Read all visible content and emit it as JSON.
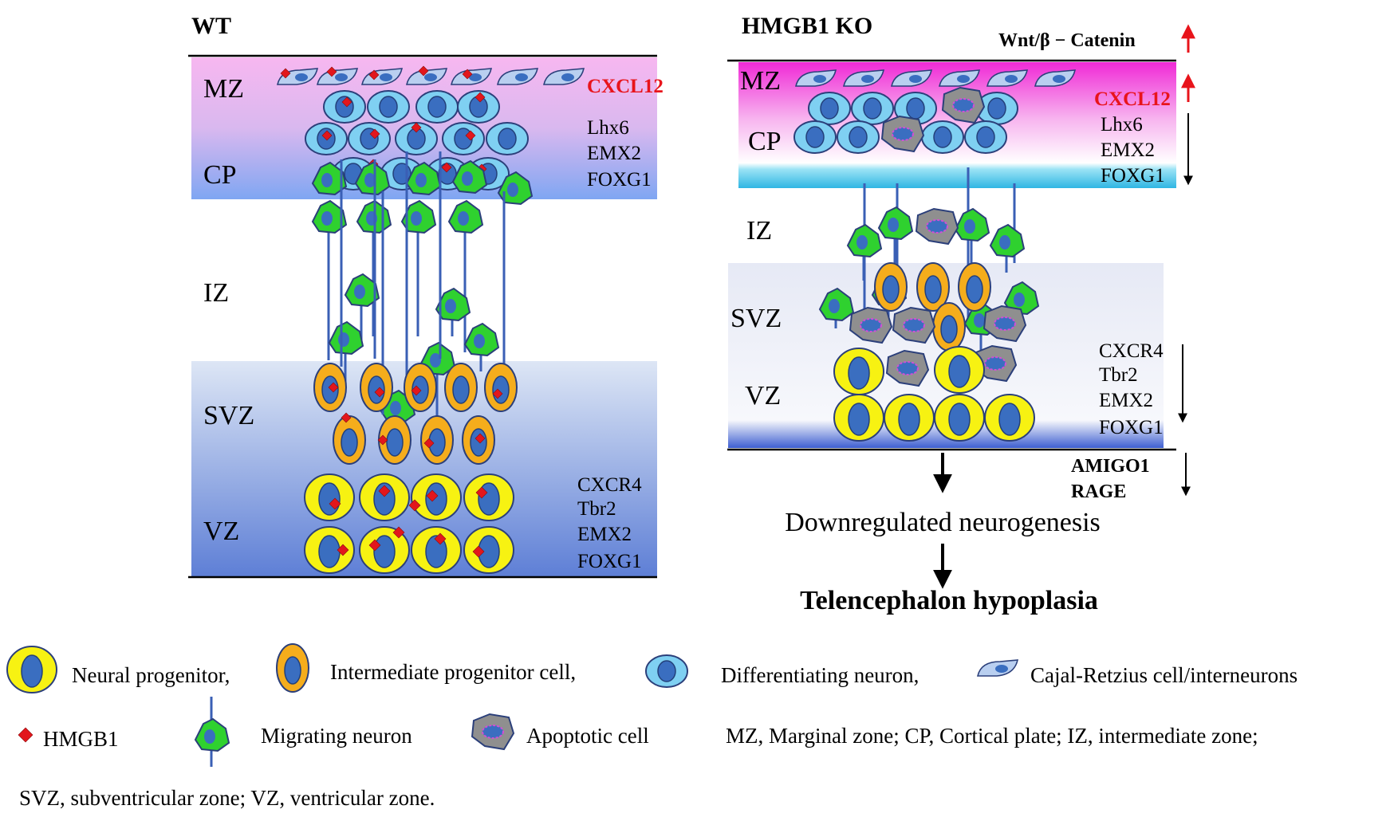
{
  "wt": {
    "title": "WT",
    "zones": {
      "mz": "MZ",
      "cp": "CP",
      "iz": "IZ",
      "svz": "SVZ",
      "vz": "VZ"
    },
    "markers_top": [
      "CXCL12",
      "Lhx6",
      "EMX2",
      "FOXG1"
    ],
    "markers_bottom": [
      "CXCR4",
      "Tbr2",
      "EMX2",
      "FOXG1"
    ]
  },
  "ko": {
    "title": "HMGB1 KO",
    "wnt_label": "Wnt/β − Catenin",
    "zones": {
      "mz": "MZ",
      "cp": "CP",
      "iz": "IZ",
      "svz": "SVZ",
      "vz": "VZ"
    },
    "markers_top": [
      "CXCL12",
      "Lhx6",
      "EMX2",
      "FOXG1"
    ],
    "markers_bottom": [
      "CXCR4",
      "Tbr2",
      "EMX2",
      "FOXG1"
    ],
    "downregulated_genes": [
      "AMIGO1",
      "RAGE"
    ],
    "outcome_1": "Downregulated neurogenesis",
    "outcome_2": "Telencephalon hypoplasia"
  },
  "legend": {
    "neural_progenitor": "Neural progenitor,",
    "intermediate_progenitor": "Intermediate progenitor cell,",
    "differentiating_neuron": "Differentiating neuron,",
    "cajal_retzius": "Cajal-Retzius cell/interneurons",
    "hmgb1": "HMGB1",
    "migrating_neuron": "Migrating neuron",
    "apoptotic_cell": "Apoptotic cell",
    "abbrev_1": "MZ, Marginal zone;  CP, Cortical plate; IZ, intermediate zone;",
    "abbrev_2": "SVZ, subventricular zone; VZ, ventricular zone."
  },
  "colors": {
    "up_arrow": "#e8141b",
    "cxcl12": "#e8141b",
    "neural_progenitor_fill": "#f7f212",
    "intermediate_fill": "#f5ad1c",
    "differentiating_fill": "#7fd0f2",
    "nucleus": "#3a6ec0",
    "migrating_fill": "#2fd12f",
    "hmgb1": "#e2161c",
    "apoptotic_fill": "#8f8f8f",
    "apoptotic_outline": "#d04fd6"
  }
}
